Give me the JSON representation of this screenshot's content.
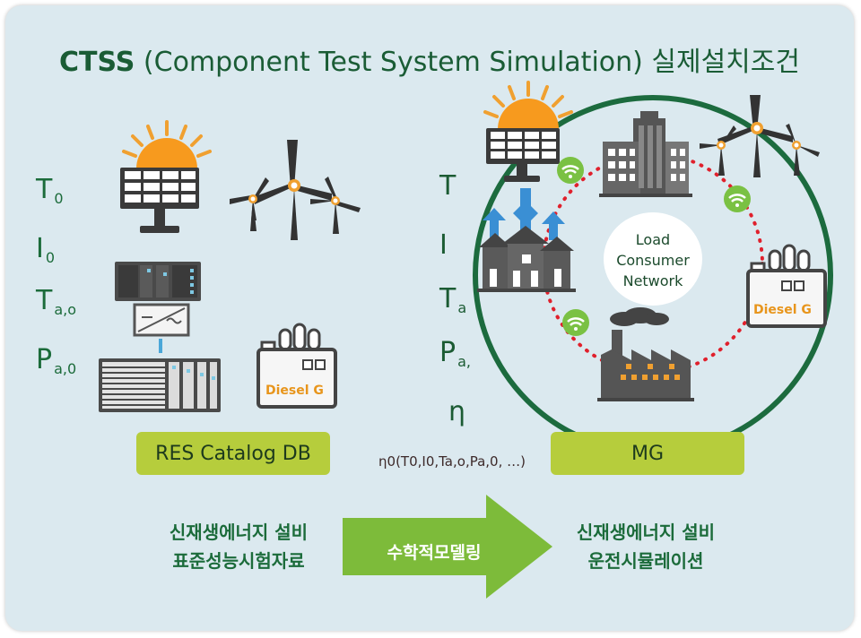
{
  "title": {
    "bold": "CTSS",
    "rest": " (Component Test System Simulation) 실제설치조건"
  },
  "left_variables": [
    {
      "main": "T",
      "sub": "0"
    },
    {
      "main": "I",
      "sub": "0"
    },
    {
      "main": "T",
      "sub": "a,o"
    },
    {
      "main": "P",
      "sub": "a,0"
    }
  ],
  "right_variables": [
    {
      "main": "T",
      "sub": ""
    },
    {
      "main": "I",
      "sub": ""
    },
    {
      "main": "T",
      "sub": "a"
    },
    {
      "main": "P",
      "sub": "a,"
    },
    {
      "main": "η",
      "sub": ""
    }
  ],
  "diesel_left": "Diesel G",
  "diesel_right": "Diesel G",
  "load_network": {
    "line1": "Load",
    "line2": "Consumer",
    "line3": "Network"
  },
  "res_catalog": "RES Catalog DB",
  "mg": "MG",
  "formula": "η0(T0,I0,Ta,o,Pa,0, …)",
  "left_caption": {
    "line1": "신재생에너지 설비",
    "line2": "표준성능시험자료"
  },
  "arrow_label": "수학적모델링",
  "right_caption": {
    "line1": "신재생에너지 설비",
    "line2": "운전시뮬레이션"
  },
  "colors": {
    "background": "#dbe9ef",
    "title": "#1a5c35",
    "pill": "#b6cd3c",
    "arrow": "#7dbb3a",
    "ring": "#1c6b3e",
    "dots": "#e0202c"
  }
}
